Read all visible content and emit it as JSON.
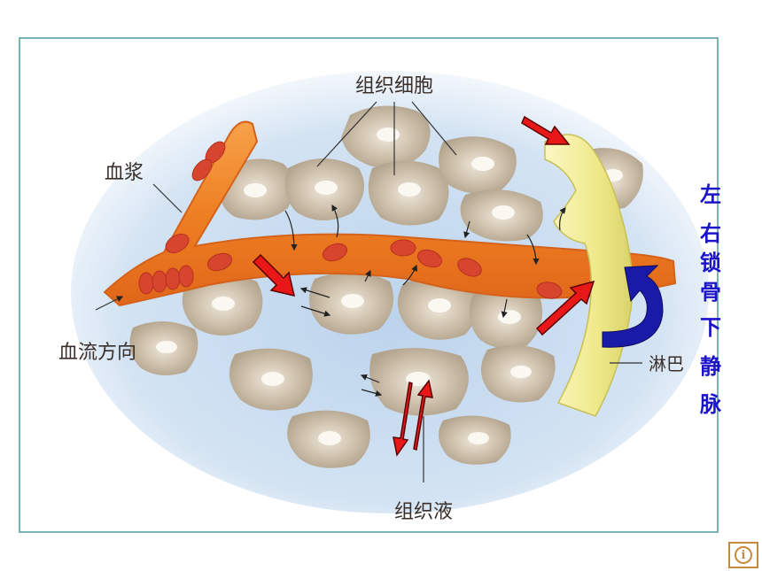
{
  "labels": {
    "tissue_cells": "组织细胞",
    "plasma": "血浆",
    "blood_flow_direction": "血流方向",
    "lymph": "淋巴",
    "tissue_fluid": "组织液",
    "subclavian_vein_chars": [
      "左",
      "右",
      "锁",
      "骨",
      "下",
      "静",
      "脉"
    ]
  },
  "info_button": {
    "glyph": "i"
  },
  "colors": {
    "frame": "#4a9c9c",
    "background": "#cfe0f0",
    "vessel": "#ee8a2c",
    "vessel_edge": "#d4621a",
    "red_cell": "#d8452e",
    "tissue_cell": "#cbbda8",
    "lymph_vessel": "#f2ef9c",
    "red_arrow": "#e81818",
    "blue_arrow": "#1a1aa8",
    "vertical_text": "#1c14c8",
    "info_icon": "#c58a3a"
  }
}
